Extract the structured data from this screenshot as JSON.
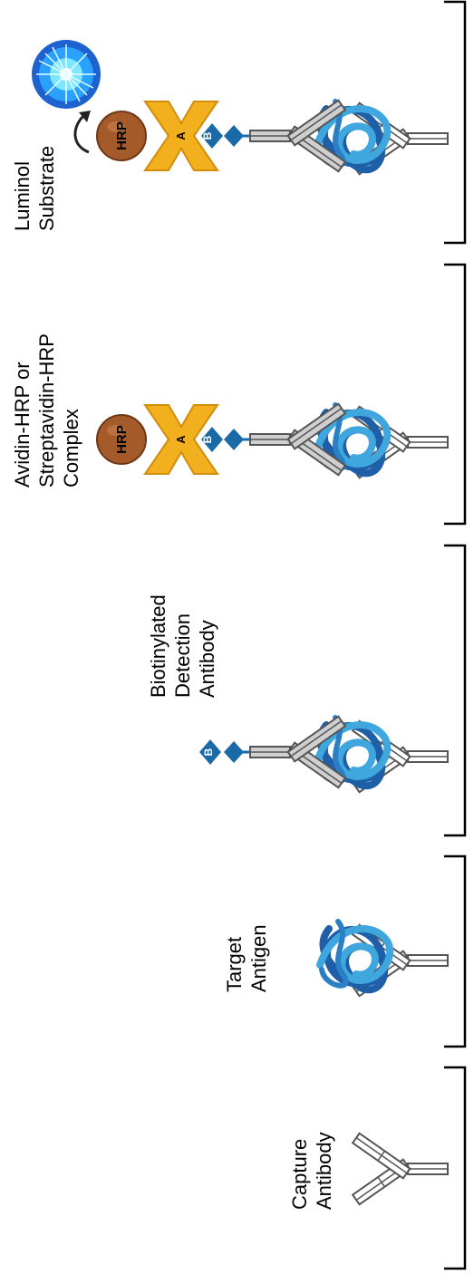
{
  "figure": {
    "stages": [
      {
        "id": "luminol",
        "lines": [
          "Luminol",
          "Substrate"
        ],
        "components": [
          "capture-antibody",
          "antigen",
          "detection-antibody",
          "biotin",
          "avidin",
          "hrp",
          "luminol-glow"
        ]
      },
      {
        "id": "avidin-hrp",
        "lines": [
          "Avidin-HRP or",
          "Streptavidin-HRP",
          "Complex"
        ],
        "components": [
          "capture-antibody",
          "antigen",
          "detection-antibody",
          "biotin",
          "avidin",
          "hrp"
        ]
      },
      {
        "id": "detection",
        "lines": [
          "Biotinylated",
          "Detection",
          "Antibody"
        ],
        "components": [
          "capture-antibody",
          "antigen",
          "detection-antibody",
          "biotin"
        ]
      },
      {
        "id": "antigen",
        "lines": [
          "Target",
          "Antigen"
        ],
        "components": [
          "capture-antibody",
          "antigen"
        ]
      },
      {
        "id": "capture",
        "lines": [
          "Capture",
          "Antibody"
        ],
        "components": [
          "capture-antibody"
        ]
      }
    ],
    "symbols": {
      "hrp": "HRP",
      "avidin": "A",
      "biotin": "B"
    }
  },
  "colors": {
    "capture_antibody_stroke": "#555555",
    "detection_antibody_fill": "#cfcfcf",
    "antigen_dark": "#1f5fa8",
    "antigen_light": "#3fa7de",
    "biotin": "#1b6aa8",
    "avidin": "#f2b01e",
    "hrp": "#a55a2a",
    "glow": "#3ad0ff",
    "bracket": "#000000"
  }
}
